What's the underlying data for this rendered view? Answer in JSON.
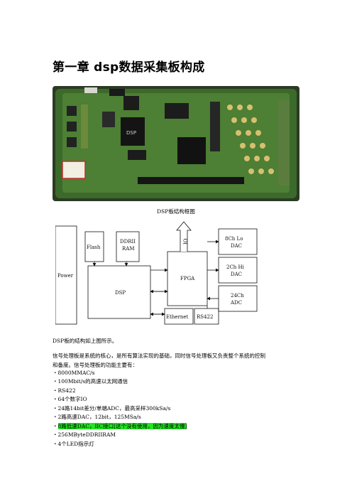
{
  "document": {
    "title": "第一章  dsp数据采集板构成",
    "figure_caption": "DSP板结构框图",
    "intro": "DSP板的结构如上图所示。",
    "body_line1": "信号处理板是系统的核心，是所有算法实现的基础，同时信号处理板又负责整个系统的控制",
    "body_line2": "和备度。信号处理板的功能主要有：",
    "features": [
      {
        "bullet": "・",
        "text": "8000MMAC/s"
      },
      {
        "bullet": "・",
        "text": "100Mbit/s的高速以太网通信"
      },
      {
        "bullet": "・",
        "text": "RS422"
      },
      {
        "bullet": "・",
        "text": "64个数字IO"
      },
      {
        "bullet": "・",
        "text": "24路14bit差分/单端ADC，最高采样300kSa/s"
      },
      {
        "bullet": "・",
        "text": "2路高速DAC，12bit，125MSa/s"
      },
      {
        "bullet": "・",
        "text": "8路低速DAC，IIC接口[这个没有使用，因为速度太慢]"
      },
      {
        "bullet": "・",
        "text": "256MByteDDRIIRAM"
      },
      {
        "bullet": "・",
        "text": "4个LED指示灯"
      }
    ]
  },
  "diagram": {
    "power": "Power",
    "flash": "Flash",
    "ddr_line1": "DDRII",
    "ddr_line2": "RAM",
    "dsp": "DSP",
    "fpga": "FPGA",
    "io": "IO",
    "dac8_line1": "8Ch Lo",
    "dac8_line2": "DAC",
    "dac2_line1": "2Ch Hi",
    "dac2_line2": "DAC",
    "adc_line1": "24Ch",
    "adc_line2": "ADC",
    "ethernet": "Ethernet",
    "rs422": "RS422"
  },
  "photo": {
    "chip_label": "DSP"
  }
}
